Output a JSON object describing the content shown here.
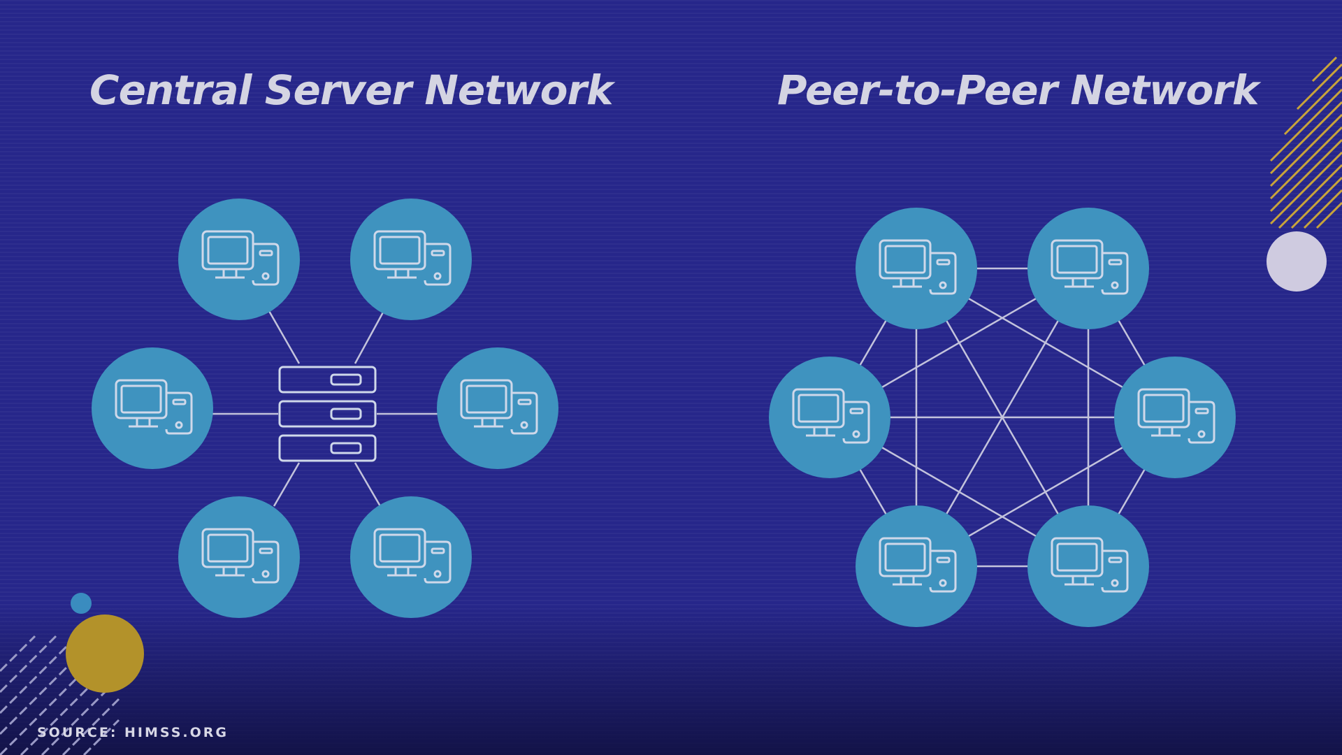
{
  "titles": {
    "left": "Central Server Network",
    "right": "Peer-to-Peer Network"
  },
  "source": "SOURCE: HIMSS.ORG",
  "colors": {
    "background": "#26268a",
    "node_fill": "#3f93bf",
    "line": "#c3c3dc",
    "title_text": "#d4d4e2",
    "gold": "#b3922a",
    "deco_lavender": "#cfcbe0",
    "deco_teal": "#3a8cbf"
  },
  "icons": {
    "node": "desktop-computer-icon",
    "server": "server-rack-icon"
  },
  "diagrams": [
    {
      "name": "central-server-network",
      "topology": "star",
      "hub": "server",
      "node_count": 6
    },
    {
      "name": "peer-to-peer-network",
      "topology": "full-mesh",
      "node_count": 6
    }
  ]
}
